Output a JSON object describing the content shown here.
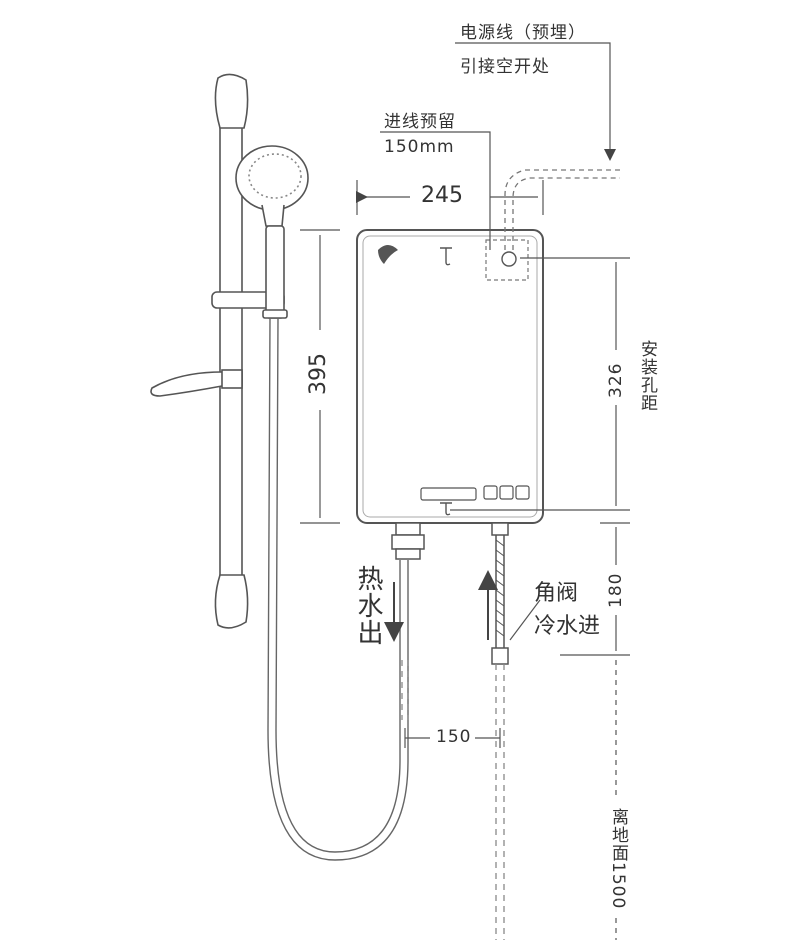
{
  "labels": {
    "power_line_1": "电源线（预埋）",
    "power_line_2": "引接空开处",
    "inlet_reserve_1": "进线预留",
    "inlet_reserve_2": "150mm",
    "width": "245",
    "height": "395",
    "hole_spacing_value": "326",
    "hole_spacing_text": "安装孔距",
    "hot_out": "热水出",
    "angle_valve": "角阀",
    "cold_in": "冷水进",
    "gap_180": "180",
    "pipe_spacing": "150",
    "floor_height": "离地面1500"
  },
  "colors": {
    "line": "#555555",
    "light_line": "#999999",
    "fill": "#ffffff"
  }
}
